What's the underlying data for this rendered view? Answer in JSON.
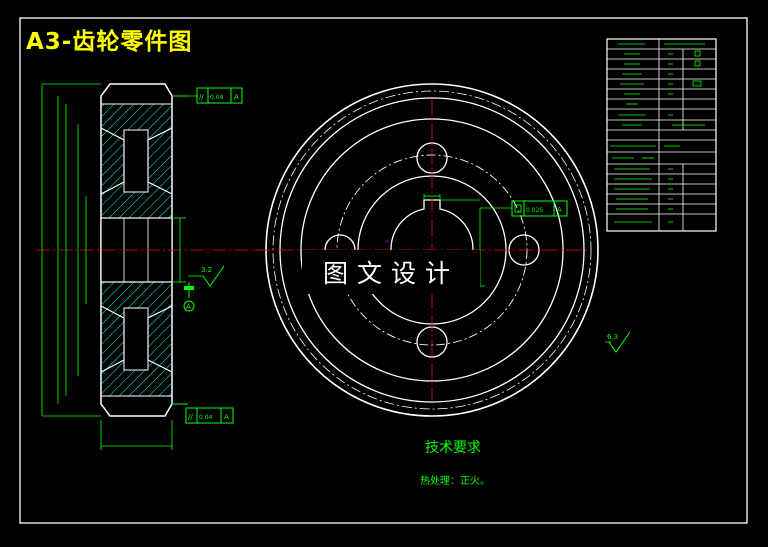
{
  "drawing": {
    "title": "A3-齿轮零件图",
    "watermark": "图文设计",
    "technical_requirements": {
      "heading": "技术要求",
      "note": "热处理：正火。"
    },
    "colors": {
      "background": "#000000",
      "outline": "#ffffff",
      "annotation": "#00ff00",
      "hatch": "#00ffff",
      "centerline": "#ff0000",
      "title": "#ffff00",
      "marker": "#ff00ff"
    }
  },
  "tolerance_frames": {
    "top_symbol": "//",
    "top_value": "0.04",
    "top_datum": "A",
    "bottom_symbol": "//",
    "bottom_value": "0.04",
    "bottom_datum": "A",
    "keyway_value": "0.025",
    "keyway_datum": "A"
  },
  "surface_finish": {
    "bore": "3.2",
    "general": "6.3"
  },
  "datum_label": "A"
}
